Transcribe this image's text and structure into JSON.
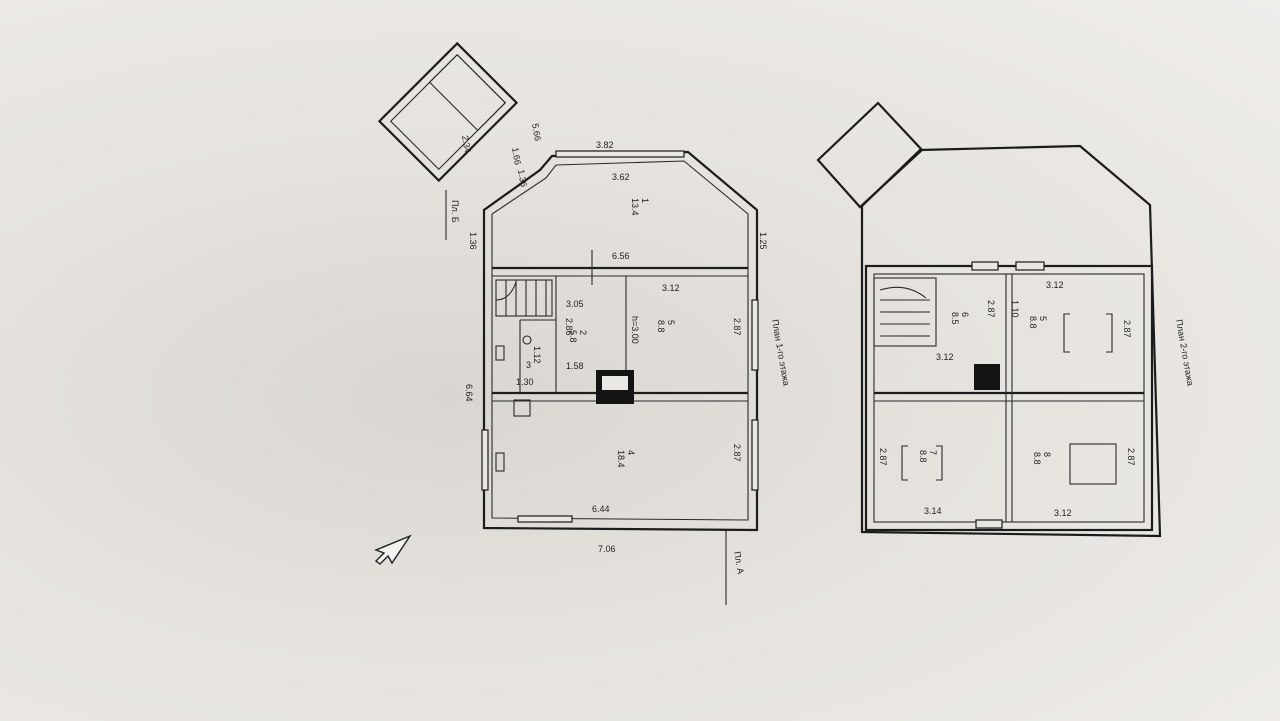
{
  "plan1": {
    "title": "План 1-го этажа",
    "dims": {
      "top_outer": "3.82",
      "top_inner": "3.62",
      "porch_a": "2.34",
      "porch_b": "5.66",
      "porch_c": "1.66",
      "porch_d": "1.36",
      "left_small": "1.36",
      "right_small": "1.25",
      "middle_width": "6.56",
      "r3_top": "3.12",
      "r2_top": "3.05",
      "r2_height": "2.86",
      "r3_height": "2.87",
      "bath_w": "1.58",
      "bath_a": "1.12",
      "bath_b": "1.30",
      "left_total": "6.64",
      "r4_height": "2.87",
      "bottom_inner": "6.44",
      "bottom_outer": "7.06"
    },
    "rooms": [
      {
        "num": "1",
        "area": "13.4"
      },
      {
        "num": "2",
        "area": "5.8"
      },
      {
        "num": "3",
        "area": ""
      },
      {
        "num": "4",
        "area": "18.4"
      },
      {
        "num": "5",
        "area": "8.8"
      }
    ],
    "stair_height": "h=3.00",
    "section_bottom": "Пл. А",
    "section_left": "Пл. Б"
  },
  "plan2": {
    "title": "План 2-го этажа",
    "dims": {
      "hall_w": "3.12",
      "hall_h": "2.87",
      "r5_top": "3.12",
      "r5_h": "2.87",
      "r7_h": "2.87",
      "r8_h": "2.87",
      "bottom_left": "3.14",
      "bottom_right": "3.12"
    },
    "rooms": [
      {
        "num": "6",
        "area": "8.5"
      },
      {
        "num": "5",
        "area": "8.8"
      },
      {
        "num": "7",
        "area": "8.8"
      },
      {
        "num": "8",
        "area": "8.8"
      }
    ],
    "small_label": "2.87",
    "small_label_b": "1.10"
  }
}
